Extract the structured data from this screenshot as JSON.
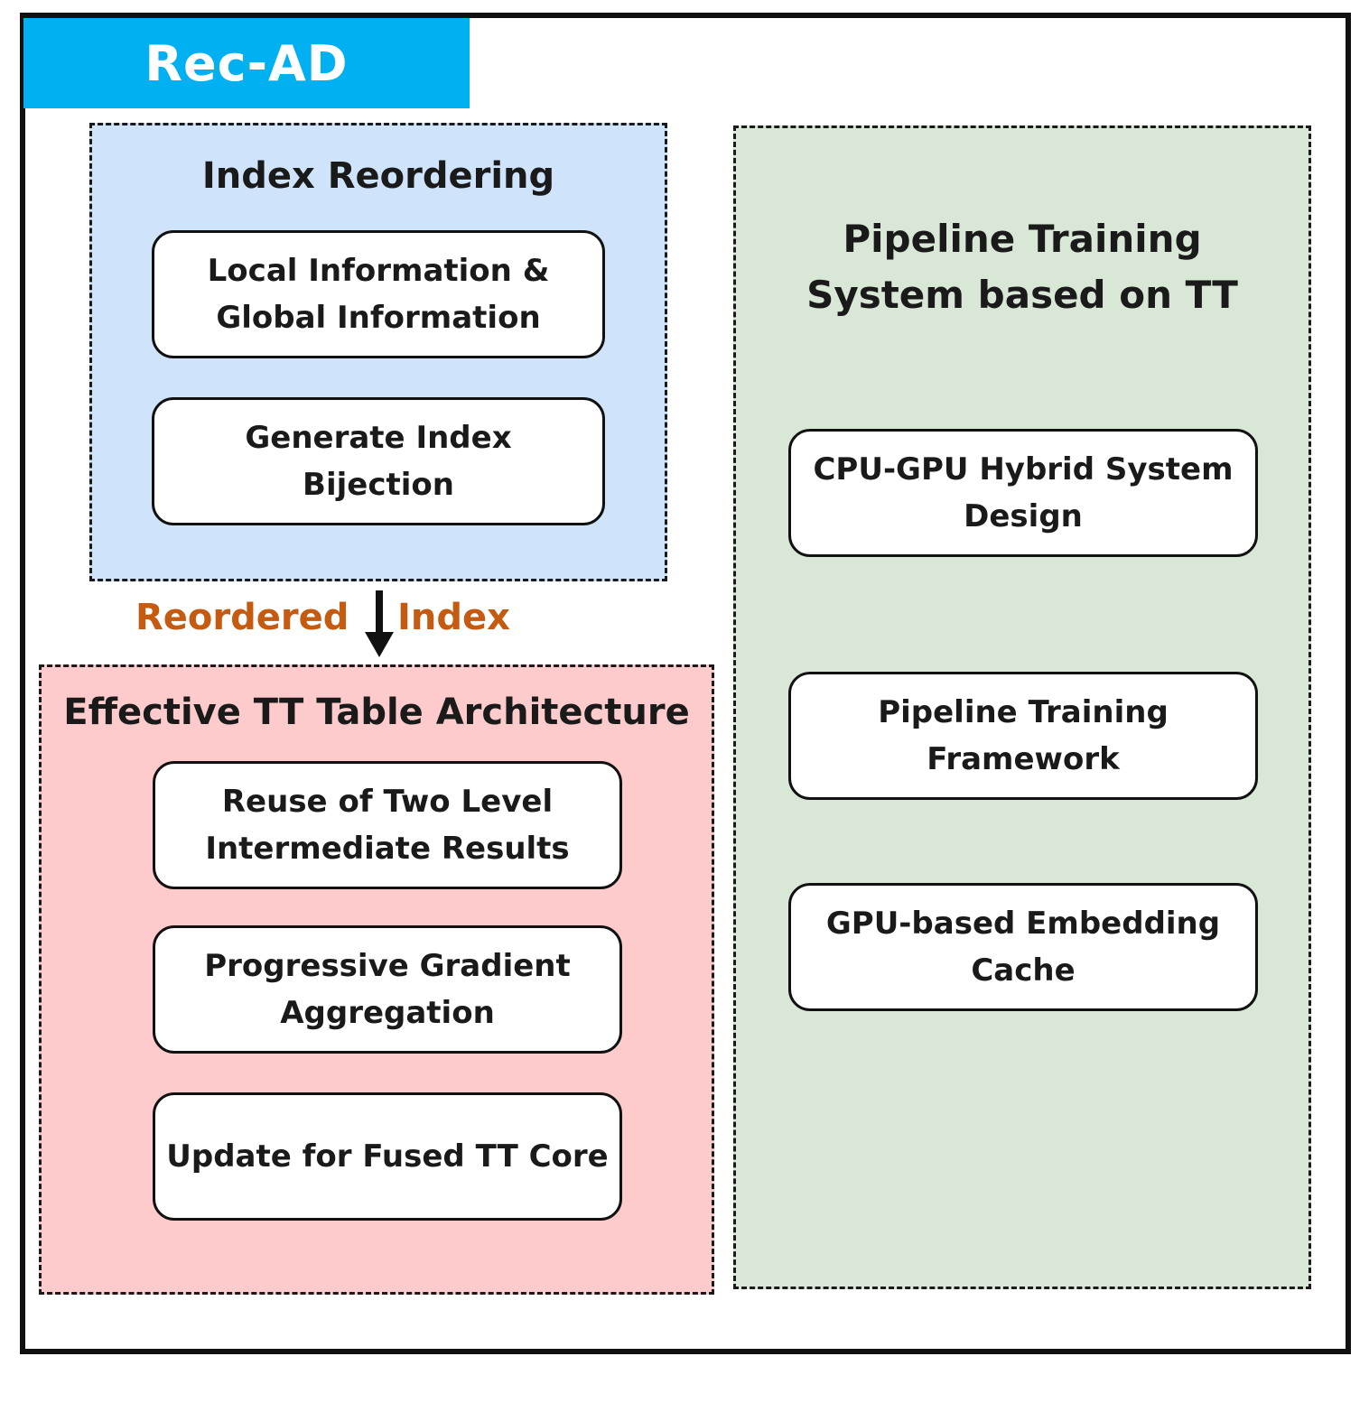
{
  "title": "Rec-AD",
  "index_reordering": {
    "title": "Index Reordering",
    "box1": "Local Information & Global Information",
    "box2": "Generate Index Bijection"
  },
  "flow": {
    "label_left": "Reordered",
    "label_right": "Index"
  },
  "tt_table": {
    "title": "Effective TT Table Architecture",
    "box1": "Reuse of Two Level Intermediate Results",
    "box2": "Progressive Gradient Aggregation",
    "box3": "Update for Fused TT Core"
  },
  "pipeline": {
    "title": "Pipeline Training System based on TT",
    "box1": "CPU-GPU Hybrid System Design",
    "box2": "Pipeline Training Framework",
    "box3": "GPU-based Embedding Cache"
  },
  "colors": {
    "title_bg": "#00b0f0",
    "blue_panel": "#cfe3fb",
    "red_panel": "#fdcbcb",
    "green_panel": "#d8e7d6",
    "label_orange": "#c55a11"
  }
}
